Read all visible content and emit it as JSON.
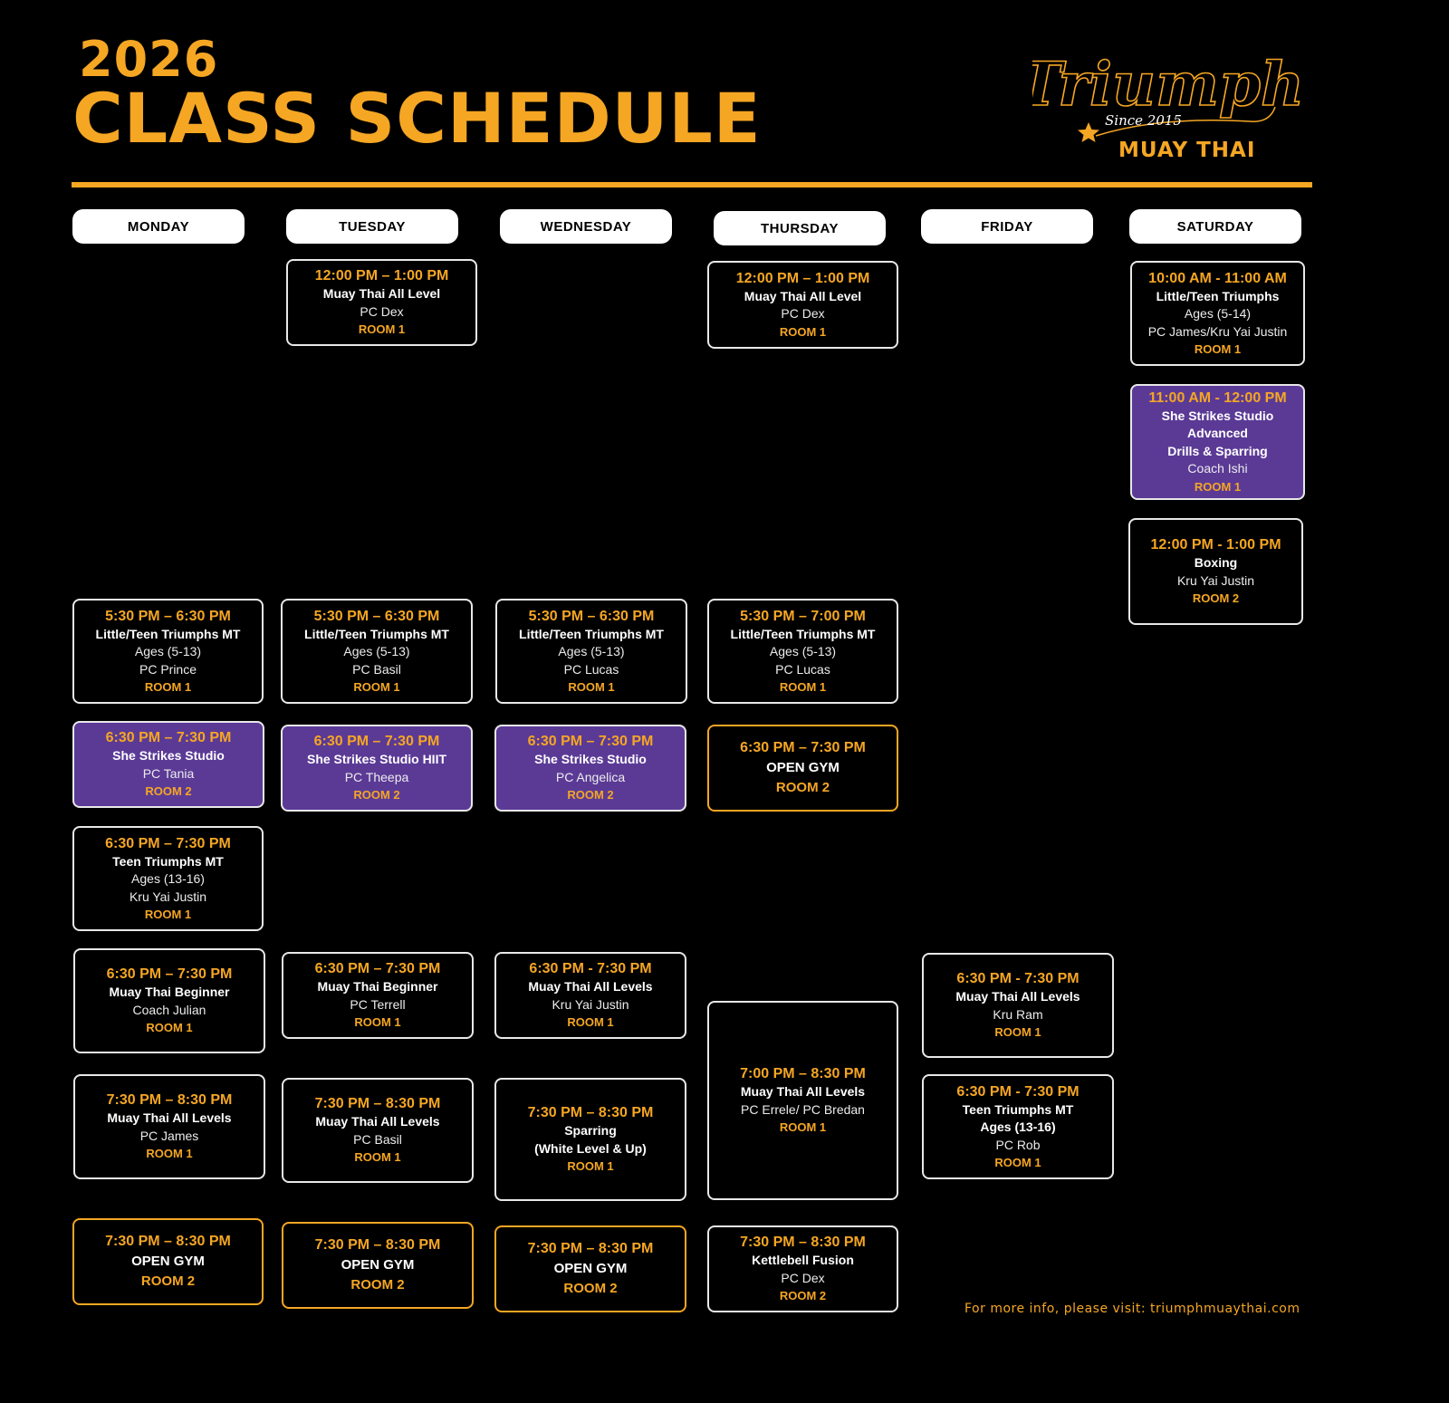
{
  "header": {
    "year": "2026",
    "title": "CLASS SCHEDULE"
  },
  "logo": {
    "script": "Triumph",
    "since": "Since 2015",
    "subtitle": "MUAY THAI"
  },
  "colors": {
    "accent": "#f5a623",
    "purple": "#5b3a96",
    "background": "#000000"
  },
  "days": [
    "MONDAY",
    "TUESDAY",
    "WEDNESDAY",
    "THURSDAY",
    "FRIDAY",
    "SATURDAY"
  ],
  "classes": [
    {
      "day": "TUESDAY",
      "time": "12:00 PM – 1:00 PM",
      "name": [
        "Muay Thai All Level"
      ],
      "details": [
        "PC Dex"
      ],
      "room": "ROOM 1",
      "style": "default"
    },
    {
      "day": "THURSDAY",
      "time": "12:00 PM – 1:00 PM",
      "name": [
        "Muay Thai All Level"
      ],
      "details": [
        "PC Dex"
      ],
      "room": "ROOM 1",
      "style": "default"
    },
    {
      "day": "SATURDAY",
      "time": "10:00 AM - 11:00 AM",
      "name": [
        "Little/Teen Triumphs"
      ],
      "details": [
        "Ages (5-14)",
        "PC James/Kru Yai Justin"
      ],
      "room": "ROOM 1",
      "style": "default"
    },
    {
      "day": "SATURDAY",
      "time": "11:00 AM - 12:00 PM",
      "name": [
        "She Strikes Studio",
        "Advanced",
        "Drills & Sparring"
      ],
      "details": [
        "Coach Ishi"
      ],
      "room": "ROOM 1",
      "style": "purple"
    },
    {
      "day": "SATURDAY",
      "time": "12:00 PM - 1:00 PM",
      "name": [
        "Boxing"
      ],
      "details": [
        "Kru Yai Justin"
      ],
      "room": "ROOM 2",
      "style": "default"
    },
    {
      "day": "MONDAY",
      "time": "5:30 PM – 6:30 PM",
      "name": [
        "Little/Teen Triumphs MT"
      ],
      "details": [
        "Ages (5-13)",
        "PC Prince"
      ],
      "room": "ROOM 1",
      "style": "default"
    },
    {
      "day": "TUESDAY",
      "time": "5:30 PM – 6:30 PM",
      "name": [
        "Little/Teen Triumphs MT"
      ],
      "details": [
        "Ages (5-13)",
        "PC Basil"
      ],
      "room": "ROOM 1",
      "style": "default"
    },
    {
      "day": "WEDNESDAY",
      "time": "5:30 PM – 6:30 PM",
      "name": [
        "Little/Teen Triumphs MT"
      ],
      "details": [
        "Ages (5-13)",
        "PC Lucas"
      ],
      "room": "ROOM 1",
      "style": "default"
    },
    {
      "day": "THURSDAY",
      "time": "5:30 PM – 7:00 PM",
      "name": [
        "Little/Teen Triumphs MT"
      ],
      "details": [
        "Ages (5-13)",
        "PC Lucas"
      ],
      "room": "ROOM 1",
      "style": "default"
    },
    {
      "day": "MONDAY",
      "time": "6:30 PM – 7:30 PM",
      "name": [
        "She Strikes Studio"
      ],
      "details": [
        "PC Tania"
      ],
      "room": "ROOM 2",
      "style": "purple"
    },
    {
      "day": "TUESDAY",
      "time": "6:30 PM – 7:30 PM",
      "name": [
        "She Strikes Studio HIIT"
      ],
      "details": [
        "PC Theepa"
      ],
      "room": "ROOM 2",
      "style": "purple"
    },
    {
      "day": "WEDNESDAY",
      "time": "6:30 PM – 7:30 PM",
      "name": [
        "She Strikes Studio"
      ],
      "details": [
        "PC Angelica"
      ],
      "room": "ROOM 2",
      "style": "purple"
    },
    {
      "day": "THURSDAY",
      "time": "6:30 PM – 7:30 PM",
      "name": [
        "OPEN GYM"
      ],
      "details": [],
      "room": "ROOM 2",
      "style": "opengym"
    },
    {
      "day": "MONDAY",
      "time": "6:30 PM – 7:30 PM",
      "name": [
        "Teen Triumphs MT"
      ],
      "details": [
        "Ages (13-16)",
        "Kru Yai Justin"
      ],
      "room": "ROOM 1",
      "style": "default"
    },
    {
      "day": "MONDAY",
      "time": "6:30 PM – 7:30 PM",
      "name": [
        "Muay Thai Beginner"
      ],
      "details": [
        "Coach Julian"
      ],
      "room": "ROOM 1",
      "style": "default"
    },
    {
      "day": "TUESDAY",
      "time": "6:30 PM – 7:30 PM",
      "name": [
        "Muay Thai Beginner"
      ],
      "details": [
        "PC Terrell"
      ],
      "room": "ROOM 1",
      "style": "default"
    },
    {
      "day": "WEDNESDAY",
      "time": "6:30 PM - 7:30 PM",
      "name": [
        "Muay Thai All Levels"
      ],
      "details": [
        "Kru Yai Justin"
      ],
      "room": "ROOM 1",
      "style": "default"
    },
    {
      "day": "FRIDAY",
      "time": "6:30 PM - 7:30 PM",
      "name": [
        "Muay Thai All Levels"
      ],
      "details": [
        "Kru Ram"
      ],
      "room": "ROOM 1",
      "style": "default"
    },
    {
      "day": "THURSDAY",
      "time": "7:00 PM – 8:30 PM",
      "name": [
        "Muay Thai All Levels"
      ],
      "details": [
        "PC Errele/ PC Bredan"
      ],
      "room": "ROOM 1",
      "style": "default"
    },
    {
      "day": "MONDAY",
      "time": "7:30 PM – 8:30 PM",
      "name": [
        "Muay Thai All Levels"
      ],
      "details": [
        "PC James"
      ],
      "room": "ROOM 1",
      "style": "default"
    },
    {
      "day": "TUESDAY",
      "time": "7:30 PM – 8:30 PM",
      "name": [
        "Muay Thai All Levels"
      ],
      "details": [
        "PC Basil"
      ],
      "room": "ROOM 1",
      "style": "default"
    },
    {
      "day": "WEDNESDAY",
      "time": "7:30 PM – 8:30 PM",
      "name": [
        "Sparring",
        "(White Level & Up)"
      ],
      "details": [],
      "room": "ROOM 1",
      "style": "default"
    },
    {
      "day": "FRIDAY",
      "time": "6:30 PM - 7:30 PM",
      "name": [
        "Teen Triumphs MT",
        "Ages (13-16)"
      ],
      "details": [
        "PC Rob"
      ],
      "room": "ROOM 1",
      "style": "default"
    },
    {
      "day": "MONDAY",
      "time": "7:30 PM – 8:30 PM",
      "name": [
        "OPEN GYM"
      ],
      "details": [],
      "room": "ROOM 2",
      "style": "opengym"
    },
    {
      "day": "TUESDAY",
      "time": "7:30 PM – 8:30 PM",
      "name": [
        "OPEN GYM"
      ],
      "details": [],
      "room": "ROOM 2",
      "style": "opengym"
    },
    {
      "day": "WEDNESDAY",
      "time": "7:30 PM – 8:30 PM",
      "name": [
        "OPEN GYM"
      ],
      "details": [],
      "room": "ROOM 2",
      "style": "opengym"
    },
    {
      "day": "THURSDAY",
      "time": "7:30 PM – 8:30 PM",
      "name": [
        "Kettlebell Fusion"
      ],
      "details": [
        "PC Dex"
      ],
      "room": "ROOM 2",
      "style": "default"
    }
  ],
  "footer": "For more info, please visit: triumphmuaythai.com"
}
